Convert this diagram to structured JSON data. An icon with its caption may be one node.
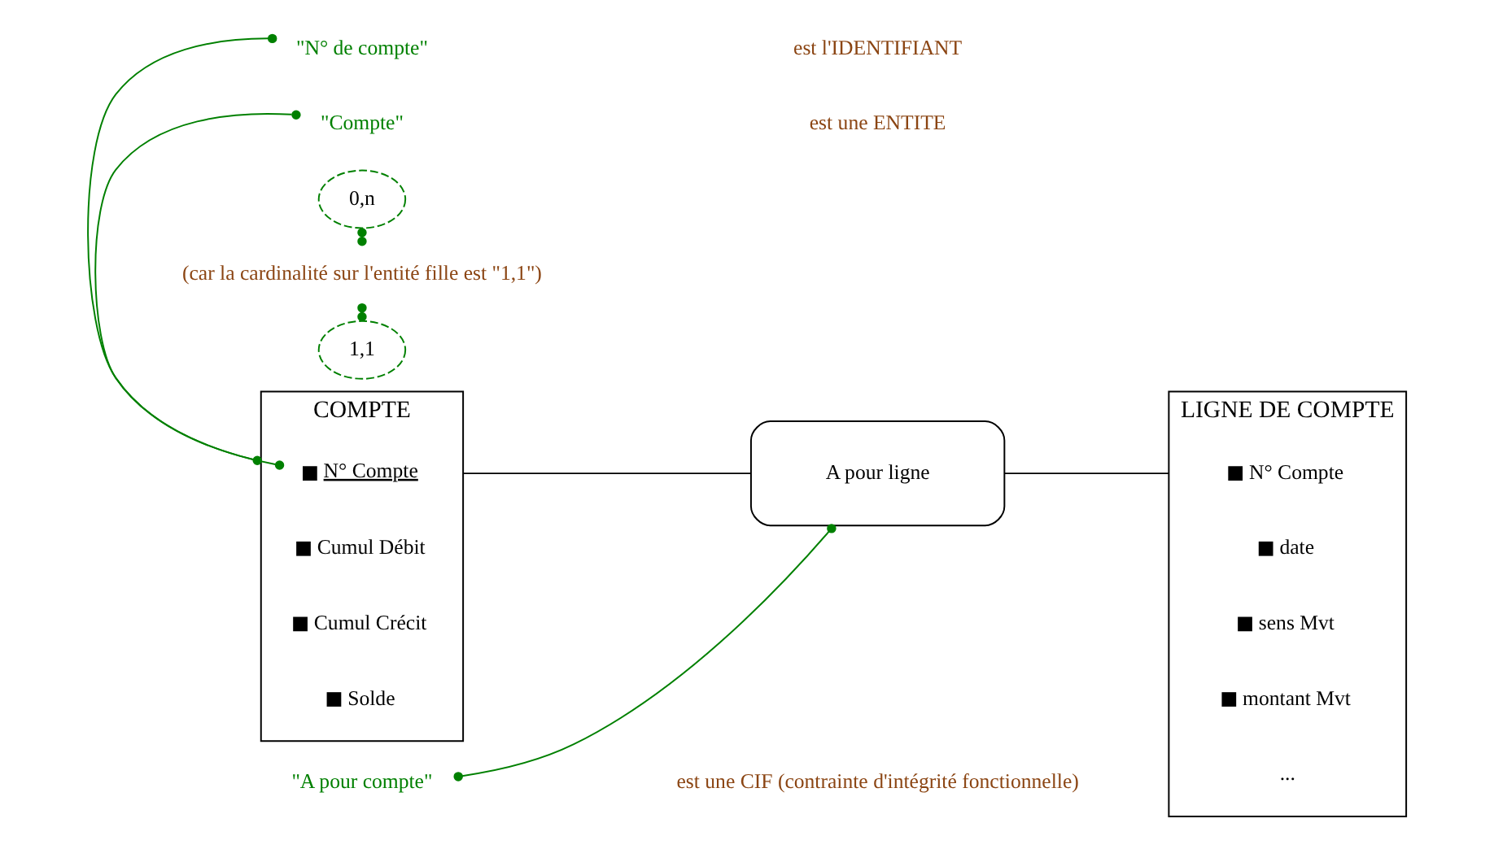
{
  "diagram": {
    "nodes": [
      {
        "text": [
          "COMPTE"
        ]
      },
      {
        "text": [
          "N° Compte"
        ],
        "in": 0
      },
      {
        "text": [
          "Cumul Débit"
        ],
        "in": 0
      },
      {
        "text": [
          "Cumul Crécit"
        ],
        "in": 0
      },
      {
        "text": [
          "Solde"
        ],
        "in": 0
      },
      {
        "text": [
          "A pour ligne"
        ]
      },
      {
        "text": [
          "0,n"
        ]
      },
      {
        "text": [
          "1,1"
        ]
      },
      {
        "text": [
          "LIGNE DE COMPTE"
        ]
      },
      {
        "text": [
          "N° Compte"
        ],
        "in": 8
      },
      {
        "text": [
          "date"
        ],
        "in": 8
      },
      {
        "text": [
          "sens Mvt"
        ],
        "in": 8
      },
      {
        "text": [
          "montant Mvt"
        ],
        "in": 8
      },
      {
        "text": [
          "..."
        ],
        "in": 8
      },
      {
        "text": [
          "\"Compte\""
        ]
      },
      {
        "text": [
          "\"N° de compte\""
        ]
      },
      {
        "text": [
          "\"A pour compte\""
        ]
      },
      {
        "text": [
          "(car la cardinalité sur l'entité fille est \"1,1\")"
        ]
      }
    ],
    "edges": [
      {
        "from": 0,
        "to": 5,
        "arrow": "none",
        "color": "#000000"
      },
      {
        "from": 5,
        "to": 8,
        "arrow": "none",
        "color": "#000000"
      },
      {
        "from": 14,
        "to": 0,
        "arrow": "other"
      },
      {
        "from": 15,
        "to": 1,
        "arrow": "other"
      },
      {
        "from": 16,
        "to": 5,
        "arrow": "other"
      },
      {
        "from": 17,
        "to": 6,
        "arrow": "other"
      },
      {
        "from": 17,
        "to": 7,
        "arrow": "other"
      }
    ],
    "labels": [
      "est une ENTITE",
      "est l'IDENTIFIANT",
      "est une CIF (contrainte d'intégrité fonctionnelle)"
    ]
  }
}
